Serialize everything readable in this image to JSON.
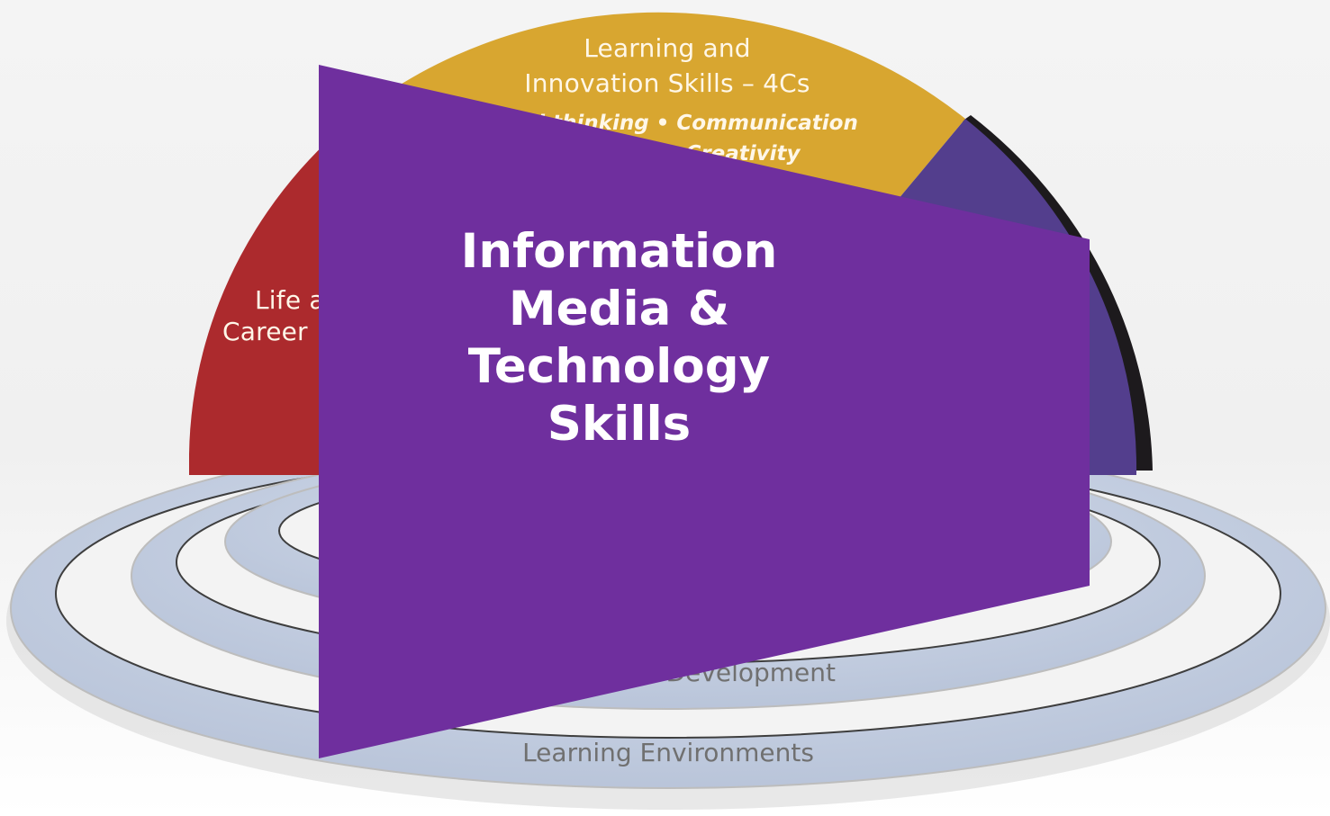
{
  "diagram": {
    "learning_title_line1": "Learning and",
    "learning_title_line2": "Innovation Skills – 4Cs",
    "learning_sub_line1": "l thinking • Communication",
    "learning_sub_line2": "Creativity",
    "life_label_line1": "Life a",
    "life_label_line2": "Career",
    "ring_development": "Development",
    "ring_environments": "Learning Environments",
    "overlay_title": "Information\nMedia &\nTechnology\nSkills"
  },
  "colors": {
    "life_career": "#ac2a2d",
    "learning_innovation": "#d8a630",
    "info_media_segment": "#533e8d",
    "overlay": "#6f2f9e",
    "ring_fill": "#c9d4e6"
  }
}
